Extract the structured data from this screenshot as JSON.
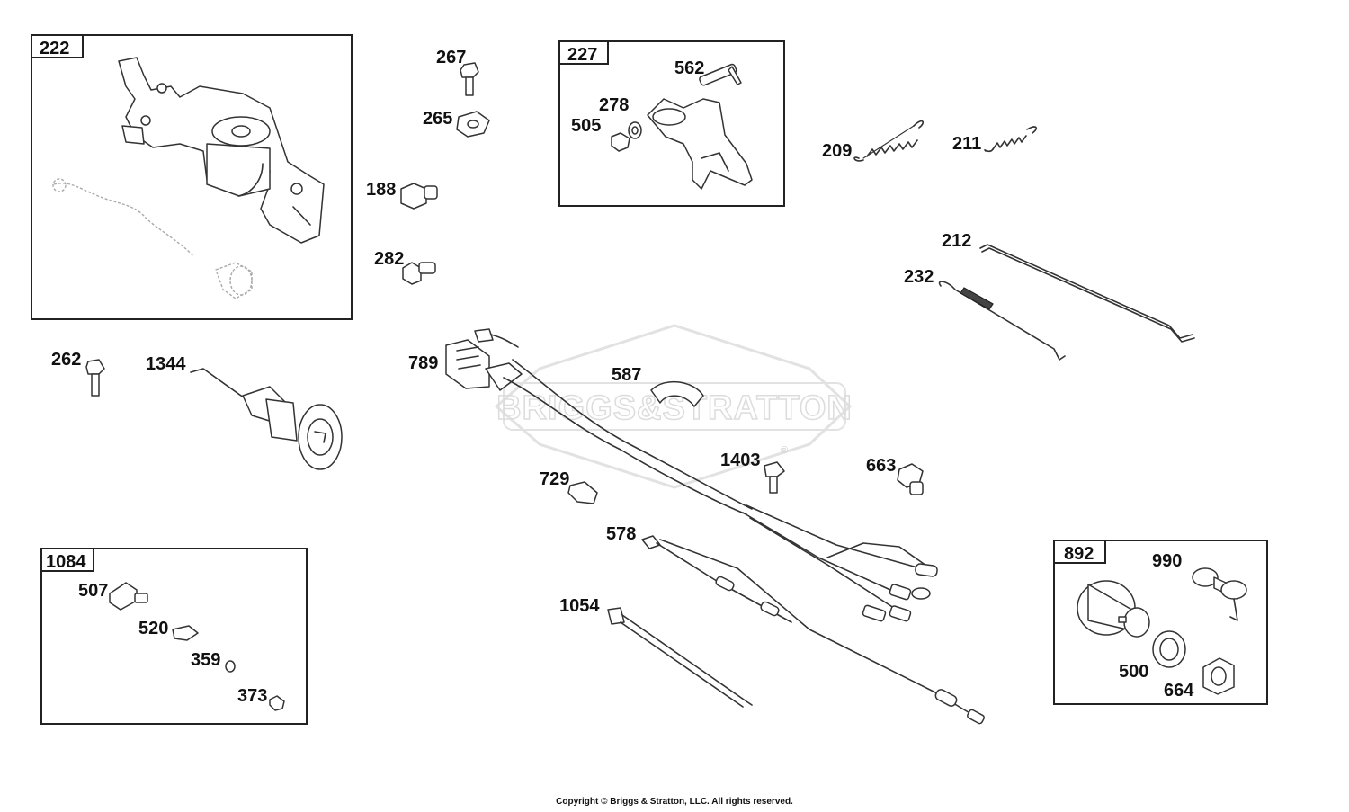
{
  "labels": {
    "p262": "262",
    "p1344": "1344",
    "p267": "267",
    "p265": "265",
    "p188": "188",
    "p282": "282",
    "p562": "562",
    "p278": "278",
    "p505": "505",
    "p209": "209",
    "p211": "211",
    "p212": "212",
    "p232": "232",
    "p789": "789",
    "p587": "587",
    "p729": "729",
    "p1403": "1403",
    "p663": "663",
    "p578": "578",
    "p1054": "1054",
    "p507": "507",
    "p520": "520",
    "p359": "359",
    "p373": "373",
    "p990": "990",
    "p500": "500",
    "p664": "664"
  },
  "boxes": {
    "b222": "222",
    "b227": "227",
    "b1084": "1084",
    "b892": "892"
  },
  "watermark": "BRIGGS&STRATTON",
  "watermark_mark": "®",
  "copyright": "Copyright © Briggs & Stratton, LLC. All rights reserved."
}
